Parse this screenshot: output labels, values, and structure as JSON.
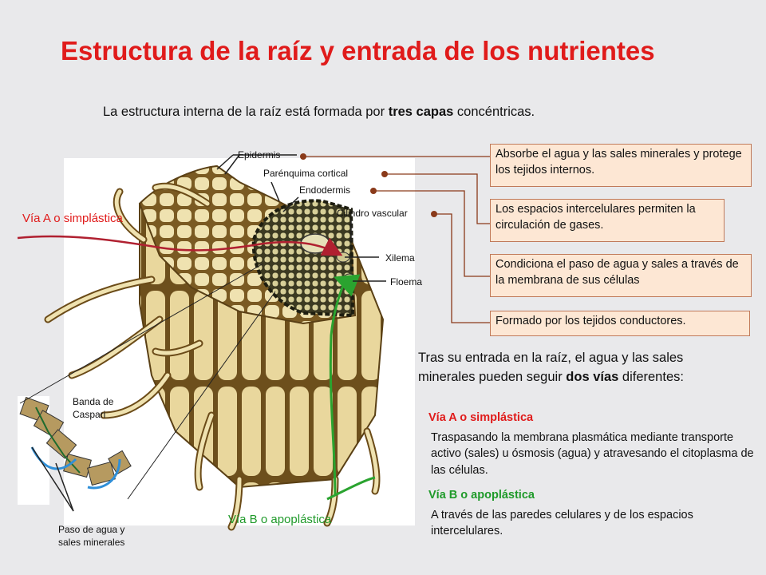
{
  "title": "Estructura de la raíz y entrada de los nutrientes",
  "intro": {
    "before": "La estructura interna de la raíz está formada por ",
    "bold": "tres capas",
    "after": " concéntricas."
  },
  "labels": {
    "epidermis": "Epidermis",
    "parenquima": "Parénquima cortical",
    "endodermis": "Endodermis",
    "cilindro": "Cilindro vascular",
    "xilema": "Xilema",
    "floema": "Floema",
    "banda_l1": "Banda de",
    "banda_l2": "Caspari",
    "paso_l1": "Paso de agua y",
    "paso_l2": "sales minerales",
    "via_a": "Vía A o simplástica",
    "via_b": "Vía B o apoplástica"
  },
  "boxes": {
    "epidermis": "Absorbe el agua y las sales minerales y protege los tejidos internos.",
    "parenquima": "Los espacios intercelulares permiten la circulación de gases.",
    "endodermis": "Condiciona el paso de agua y sales a través de la membrana de sus células",
    "cilindro": "Formado por los tejidos conductores."
  },
  "routes": {
    "intro_before": "Tras su entrada en la raíz, el agua y las sales minerales pueden seguir ",
    "intro_bold": "dos vías",
    "intro_after": " diferentes:",
    "a_title": "Vía A o simplástica",
    "a_text": "Traspasando la membrana plasmática mediante transporte activo (sales) u ósmosis (agua) y atravesando el citoplasma de las células.",
    "b_title": "Vía B o apoplástica",
    "b_text": "A través de las paredes celulares y de los espacios intercelulares."
  },
  "colors": {
    "title_red": "#e01b1b",
    "route_a": "#e01b1b",
    "route_b": "#1f9a2a",
    "box_fill": "#fde7d4",
    "leader": "#8a3a1a"
  }
}
